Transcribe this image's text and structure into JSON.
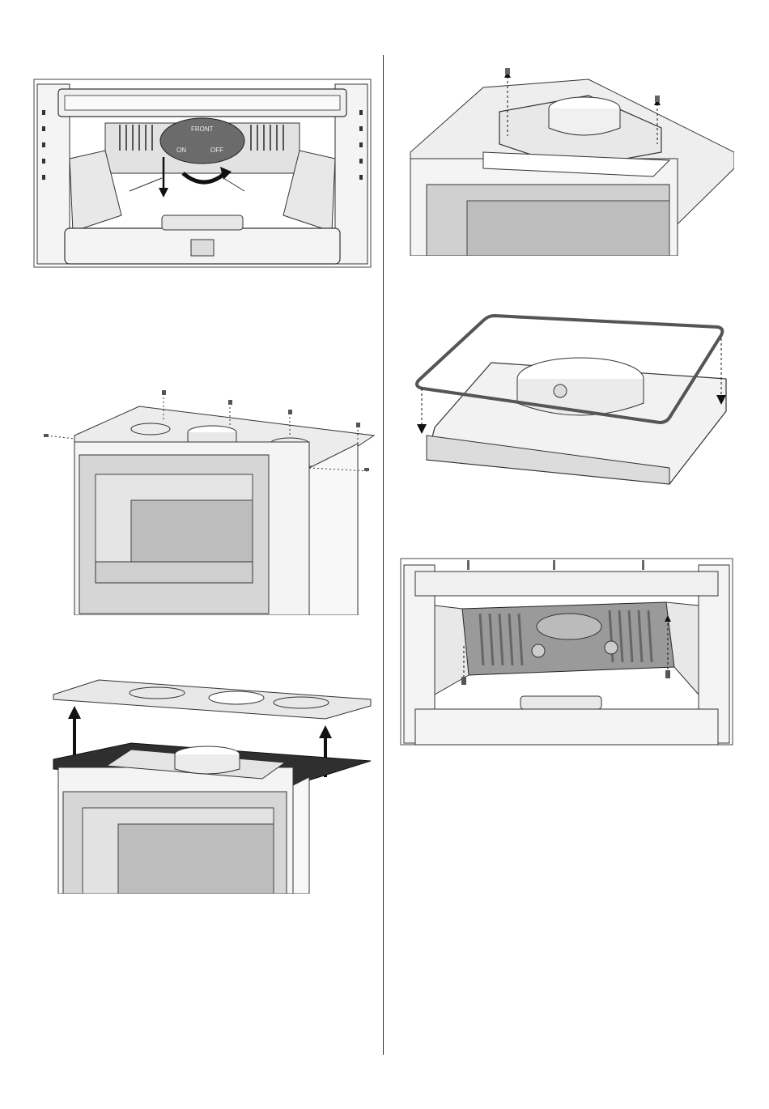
{
  "fig1": {
    "damper_text_top": "FRONT",
    "damper_text_off": "OFF",
    "damper_text_on": "ON"
  },
  "colors": {
    "line": "#333333",
    "fill_light": "#f2f2f2",
    "fill_mid": "#d9d9d9",
    "fill_dark": "#9a9a9a",
    "damper": "#6b6b6b",
    "gasket": "#555555"
  },
  "icons": [
    "arrow-down-icon",
    "rotate-arrow-icon",
    "dashed-arrow-up-icon",
    "dashed-arrow-down-icon",
    "solid-arrow-up-icon",
    "screw-icon"
  ]
}
